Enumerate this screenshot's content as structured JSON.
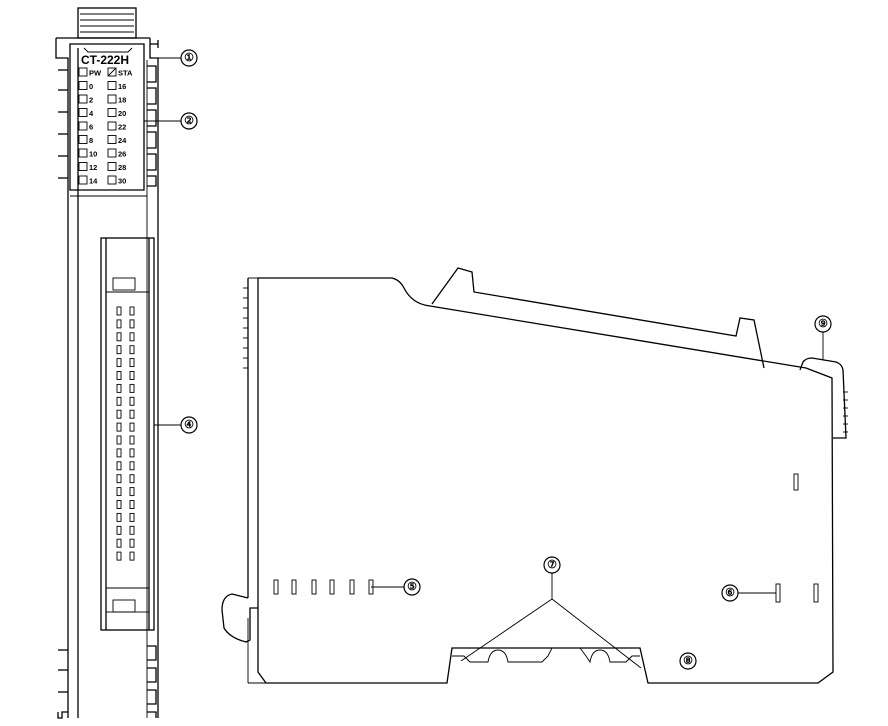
{
  "module": {
    "model": "CT-222H",
    "led_left": [
      "PW",
      "0",
      "2",
      "4",
      "6",
      "8",
      "10",
      "12",
      "14"
    ],
    "led_right": [
      "STA",
      "16",
      "18",
      "20",
      "22",
      "24",
      "26",
      "28",
      "30"
    ]
  },
  "callouts": [
    "①",
    "②",
    "④",
    "⑤",
    "⑥",
    "⑦",
    "⑧",
    "⑨"
  ]
}
